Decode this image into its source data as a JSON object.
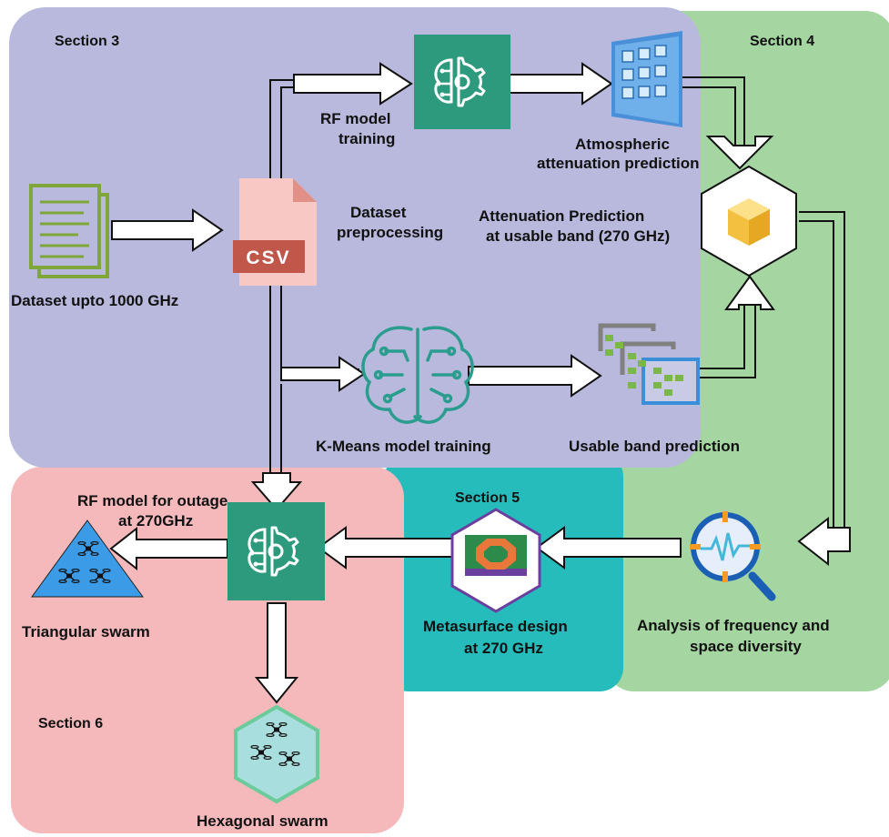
{
  "sections": {
    "s3": "Section 3",
    "s4": "Section 4",
    "s5": "Section 5",
    "s6": "Section 6"
  },
  "labels": {
    "dataset": "Dataset upto 1000 GHz",
    "csv": "CSV",
    "preprocessing_1": "Dataset",
    "preprocessing_2": "preprocessing",
    "rf_training_1": "RF model",
    "rf_training_2": "training",
    "atmos_1": "Atmospheric",
    "atmos_2": "attenuation prediction",
    "atten_pred_1": "Attenuation  Prediction",
    "atten_pred_2": "at usable band (270 GHz)",
    "kmeans": "K-Means model training",
    "usable_band": "Usable band prediction",
    "rf_outage_1": "RF model for outage",
    "rf_outage_2": "at 270GHz",
    "triangular": "Triangular swarm",
    "hexagonal": "Hexagonal swarm",
    "metasurface_1": "Metasurface design",
    "metasurface_2": "at 270 GHz",
    "analysis_1": "Analysis of frequency and",
    "analysis_2": "space diversity"
  },
  "colors": {
    "section3_bg": "#b8b9dd",
    "section4_bg": "#a5d6a2",
    "section5_bg": "#26bcbc",
    "section6_bg": "#f5b9bc",
    "ml_tile": "#2d9a7e",
    "brain_teal": "#2a9d8f",
    "csv_red": "#c0574a",
    "doc_green": "#7fa63a"
  },
  "icons": {
    "dataset": "document-icon",
    "csv": "csv-file-icon",
    "rf_training": "ml-brain-gear-icon",
    "atmos": "grid-panel-icon",
    "cube": "cube-hexagon-icon",
    "kmeans": "neural-brain-icon",
    "usable_band": "stacked-panels-icon",
    "rf_outage": "ml-brain-gear-icon",
    "triangle": "drone-triangle-icon",
    "hexagon": "drone-hexagon-icon",
    "metasurface": "metasurface-hexagon-icon",
    "analysis": "signal-magnifier-icon"
  }
}
